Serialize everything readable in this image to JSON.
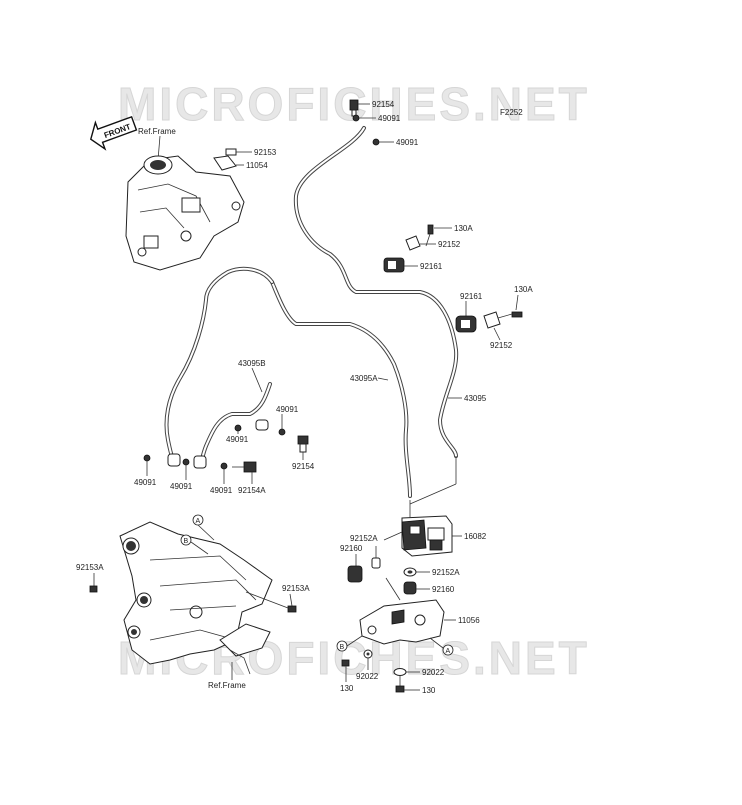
{
  "watermark": {
    "text": "MICROFICHES.NET"
  },
  "figure_code": "F2252",
  "front_marker": "FRONT",
  "frame_labels": {
    "top": "Ref.Frame",
    "bottom": "Ref.Frame"
  },
  "callouts": {
    "A_top": "A",
    "B_top": "B",
    "B_low": "B",
    "A_low": "A"
  },
  "part_numbers": {
    "p92154_top": "92154",
    "p49091_a": "49091",
    "p49091_b": "49091",
    "p92153": "92153",
    "p11054": "11054",
    "p130A_a": "130A",
    "p92152_a": "92152",
    "p92161_a": "92161",
    "p92161_b": "92161",
    "p130A_b": "130A",
    "p92152_b": "92152",
    "p43095B": "43095B",
    "p43095A": "43095A",
    "p43095": "43095",
    "p49091_c": "49091",
    "p92154_mid": "92154",
    "p49091_d": "49091",
    "p49091_e": "49091",
    "p49091_f": "49091",
    "p92154A": "92154A",
    "p92152A_a": "92152A",
    "p16082": "16082",
    "p92160_a": "92160",
    "p92152A_b": "92152A",
    "p92160_b": "92160",
    "p92153A_l": "92153A",
    "p92153A_r": "92153A",
    "p11056": "11056",
    "p130_l": "130",
    "p92022_l": "92022",
    "p92022_r": "92022",
    "p130_r": "130"
  }
}
